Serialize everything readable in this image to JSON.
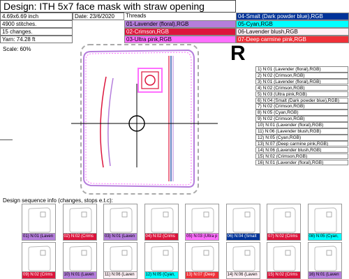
{
  "design": {
    "title": "Design: ITH 5x7 face mask with straw opening",
    "size": "4.69x6.69 inch",
    "date": "Date: 23/6/2020",
    "stitches": "4900 stitches.",
    "changes": "15 changes.",
    "yarn": "Yarn: 74.28 ft",
    "scale": "Scale: 60%",
    "threads_label": "Threads"
  },
  "threads": [
    {
      "label": "01-Lavender (floral),RGB",
      "color": "#b57edc",
      "text_color": "#000000"
    },
    {
      "label": "02-Crimson,RGB",
      "color": "#dc143c",
      "text_color": "#ffffff"
    },
    {
      "label": "03-Ultra pink,RGB",
      "color": "#ff6fff",
      "text_color": "#000000"
    },
    {
      "label": "04-Smalt (Dark powder blue),RGB",
      "color": "#003399",
      "text_color": "#ffffff"
    },
    {
      "label": "05-Cyan,RGB",
      "color": "#00ffff",
      "text_color": "#000000"
    },
    {
      "label": "06-Lavender blush,RGB",
      "color": "#fff0f5",
      "text_color": "#000000"
    },
    {
      "label": "07-Deep carmine pink,RGB",
      "color": "#ef3038",
      "text_color": "#ffffff"
    }
  ],
  "orientation_mark": "R",
  "sequence": [
    "1) N:01 (Lavender (floral),RGB)",
    "2) N:02 (Crimson,RGB)",
    "3) N:01 (Lavender (floral),RGB)",
    "4) N:02 (Crimson,RGB)",
    "5) N:03 (Ultra pink,RGB)",
    "6) N:04 (Smalt (Dark powder blue),RGB)",
    "7) N:02 (Crimson,RGB)",
    "8) N:05 (Cyan,RGB)",
    "9) N:02 (Crimson,RGB)",
    "10) N:01 (Lavender (floral),RGB)",
    "11) N:06 (Lavender blush,RGB)",
    "12) N:05 (Cyan,RGB)",
    "13) N:07 (Deep carmine pink,RGB)",
    "14) N:06 (Lavender blush,RGB)",
    "15) N:02 (Crimson,RGB)",
    "16) N:01 (Lavender (floral),RGB)"
  ],
  "sequence_info_label": "Design sequence info (changes, stops e.t.c):",
  "thumbnails": [
    {
      "caption": "01) N:01 (Laven",
      "color": "#b57edc",
      "text_color": "#000000"
    },
    {
      "caption": "02) N:02 (Crims",
      "color": "#dc143c",
      "text_color": "#ffffff"
    },
    {
      "caption": "03) N:01 (Laven",
      "color": "#b57edc",
      "text_color": "#000000"
    },
    {
      "caption": "04) N:02 (Crims",
      "color": "#dc143c",
      "text_color": "#ffffff"
    },
    {
      "caption": "05) N:03 (Ultra p",
      "color": "#ff6fff",
      "text_color": "#000000"
    },
    {
      "caption": "06) N:04 (Smalt",
      "color": "#003399",
      "text_color": "#ffffff"
    },
    {
      "caption": "07) N:02 (Crims",
      "color": "#dc143c",
      "text_color": "#ffffff"
    },
    {
      "caption": "08) N:05 (Cyan,",
      "color": "#00ffff",
      "text_color": "#000000"
    },
    {
      "caption": "09) N:02 (Crims",
      "color": "#dc143c",
      "text_color": "#ffffff"
    },
    {
      "caption": "10) N:01 (Laven",
      "color": "#b57edc",
      "text_color": "#000000"
    },
    {
      "caption": "11) N:06 (Laven",
      "color": "#fff0f5",
      "text_color": "#000000"
    },
    {
      "caption": "12) N:05 (Cyan,",
      "color": "#00ffff",
      "text_color": "#000000"
    },
    {
      "caption": "13) N:07 (Deep",
      "color": "#ef3038",
      "text_color": "#ffffff"
    },
    {
      "caption": "14) N:06 (Laven",
      "color": "#fff0f5",
      "text_color": "#000000"
    },
    {
      "caption": "15) N:02 (Crims",
      "color": "#dc143c",
      "text_color": "#ffffff"
    },
    {
      "caption": "16) N:01 (Laven",
      "color": "#b57edc",
      "text_color": "#000000"
    }
  ]
}
